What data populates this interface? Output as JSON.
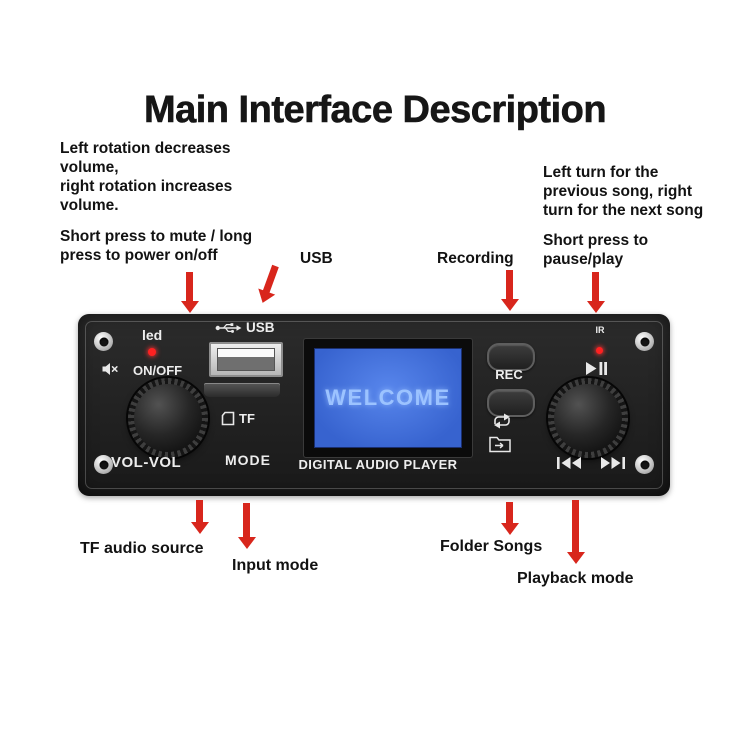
{
  "title": "Main Interface Description",
  "colors": {
    "arrow_red": "#d8261c",
    "board_dark": "#191919",
    "screen_blue": "#3763cf",
    "welcome_blue": "#9cc3ff",
    "label_text": "#121212"
  },
  "callouts": {
    "volume_rotation": "Left rotation decreases\nvolume,\nright rotation increases\nvolume.",
    "power_mute": "Short press to mute / long\npress to power on/off",
    "usb": "USB",
    "recording": "Recording",
    "prev_next_song": "Left turn for the\nprevious song, right\nturn for the next song",
    "pause_play": "Short press to\npause/play",
    "tf_audio_source": "TF audio source",
    "input_mode": "Input mode",
    "folder_songs": "Folder Songs",
    "playback_mode": "Playback mode"
  },
  "board": {
    "led_label": "led",
    "on_off_label": "ON/OFF",
    "volume_knob_label": "VOL-VOL",
    "usb_label": "USB",
    "tf_label": "TF",
    "mode_label": "MODE",
    "screen_text": "WELCOME",
    "player_name": "DIGITAL AUDIO PLAYER",
    "rec_label": "REC",
    "ir_label": "IR"
  },
  "icons": {
    "mute": "speaker-muted",
    "usb": "usb-trident",
    "tf": "sd-card-outline",
    "repeat": "loop-arrows",
    "folder": "folder-with-arrow",
    "play_pause": "play-pause",
    "prev_track": "previous-track",
    "next_track": "next-track"
  }
}
